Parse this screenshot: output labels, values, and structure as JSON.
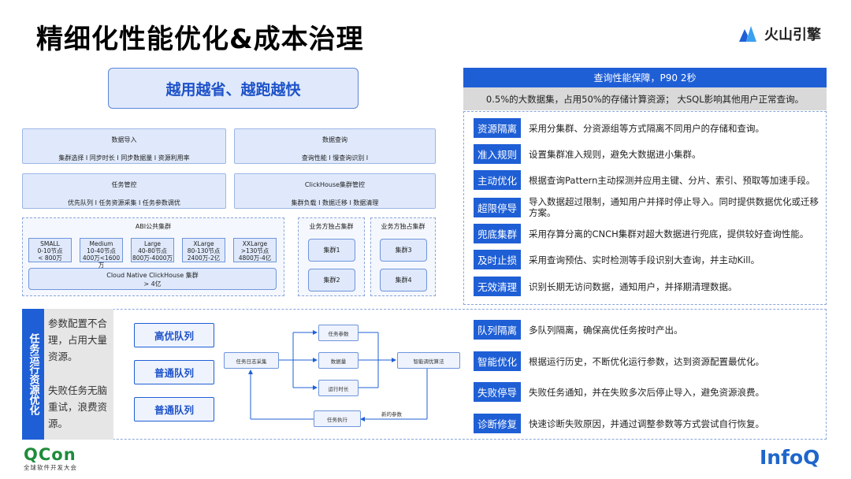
{
  "title": "精细化性能优化&成本治理",
  "brand": "火山引擎",
  "slogan": "越用越省、越跑越快",
  "cards": [
    {
      "title": "数据导入",
      "sub": "集群选择 I 同步时长 I 同步数据量 I 资源利用率"
    },
    {
      "title": "数据查询",
      "sub": "查询性能 I 慢查询识别 I"
    },
    {
      "title": "任务管控",
      "sub": "优先队列 I 任务资源采集 I 任务参数调优"
    },
    {
      "title": "ClickHouse集群管控",
      "sub": "集群负载 I 数据迁移 I 数据清理"
    }
  ],
  "abi": {
    "title": "ABI公共集群",
    "sizes": [
      {
        "name": "SMALL",
        "l1": "0-10节点",
        "l2": "< 800万"
      },
      {
        "name": "Medium",
        "l1": "10-40节点",
        "l2": "400万<1600万"
      },
      {
        "name": "Large",
        "l1": "40-80节点",
        "l2": "800万-4000万"
      },
      {
        "name": "XLarge",
        "l1": "80-130节点",
        "l2": "2400万-2亿"
      },
      {
        "name": "XXLarge",
        "l1": ">130节点",
        "l2": "4800万-4亿"
      }
    ],
    "cloud": "Cloud Native ClickHouse 集群",
    "cloud_sub": "> 4亿"
  },
  "exclusive": [
    {
      "title": "业务方独占集群",
      "c1": "集群1",
      "c2": "集群2"
    },
    {
      "title": "业务方独占集群",
      "c1": "集群3",
      "c2": "集群4"
    }
  ],
  "right": {
    "head": "查询性能保障，P90 2秒",
    "sub": "0.5%的大数据集，占用50%的存储计算资源； 大SQL影响其他用户正常查询。",
    "rows": [
      {
        "tag": "资源隔离",
        "desc": "采用分集群、分资源组等方式隔离不同用户的存储和查询。"
      },
      {
        "tag": "准入规则",
        "desc": "设置集群准入规则，避免大数据进小集群。"
      },
      {
        "tag": "主动优化",
        "desc": "根据查询Pattern主动探测并应用主键、分片、索引、预取等加速手段。"
      },
      {
        "tag": "超限停导",
        "desc": "导入数据超过限制，通知用户并择时停止导入。同时提供数据优化或迁移方案。"
      },
      {
        "tag": "兜底集群",
        "desc": "采用存算分离的CNCH集群对超大数据进行兜底，提供较好查询性能。"
      },
      {
        "tag": "及时止损",
        "desc": "采用查询预估、实时检测等手段识别大查询，并主动Kill。"
      },
      {
        "tag": "无效清理",
        "desc": "识别长期无访问数据，通知用户，并择期清理数据。"
      }
    ]
  },
  "task": {
    "vtitle": "任务运行资源优化",
    "grey1": "参数配置不合理，占用大量资源。",
    "grey2": "失败任务无脑重试，浪费资源。",
    "queues": [
      "高优队列",
      "普通队列",
      "普通队列"
    ],
    "flow": {
      "log": "任务日志采集",
      "param": "任务参数",
      "data": "数据量",
      "runtime": "运行时长",
      "algo": "智能调优算法",
      "exec": "任务执行",
      "new_param": "新的参数"
    },
    "rows": [
      {
        "tag": "队列隔离",
        "desc": "多队列隔离，确保高优任务按时产出。"
      },
      {
        "tag": "智能优化",
        "desc": "根据运行历史，不断优化运行参数，达到资源配置最优化。"
      },
      {
        "tag": "失败停导",
        "desc": "失败任务通知，并在失败多次后停止导入，避免资源浪费。"
      },
      {
        "tag": "诊断修复",
        "desc": "快速诊断失败原因，并通过调整参数等方式尝试自行恢复。"
      }
    ]
  },
  "footer": {
    "qcon": "QCon",
    "qcon_sub": "全球软件开发大会",
    "infoq": "InfoQ"
  },
  "colors": {
    "accent": "#1f5fd6",
    "light": "#dfe9fb",
    "qcon": "#1f8c3b"
  }
}
